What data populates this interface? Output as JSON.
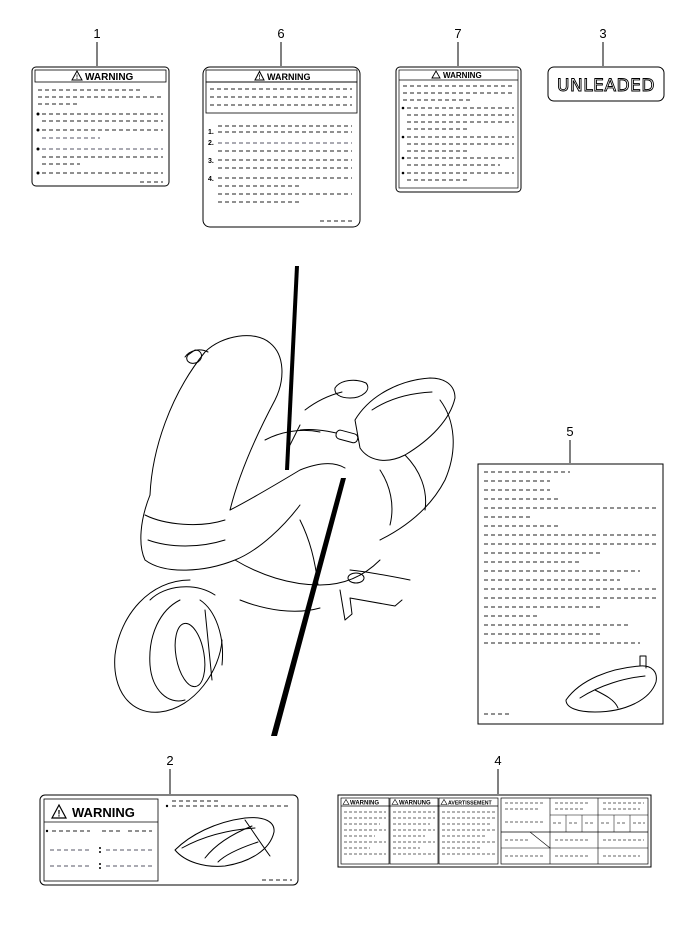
{
  "callouts": {
    "c1": "1",
    "c2": "2",
    "c3": "3",
    "c4": "4",
    "c5": "5",
    "c6": "6",
    "c7": "7"
  },
  "labels": {
    "warning": "WARNING",
    "warnung": "WARNUNG",
    "avertissement": "AVERTISSEMENT",
    "unleaded": "UNLEADED",
    "step1": "1.",
    "step2": "2.",
    "step3": "3.",
    "step4": "4."
  },
  "icons": {
    "warning_symbol": "warning-triangle-icon"
  }
}
